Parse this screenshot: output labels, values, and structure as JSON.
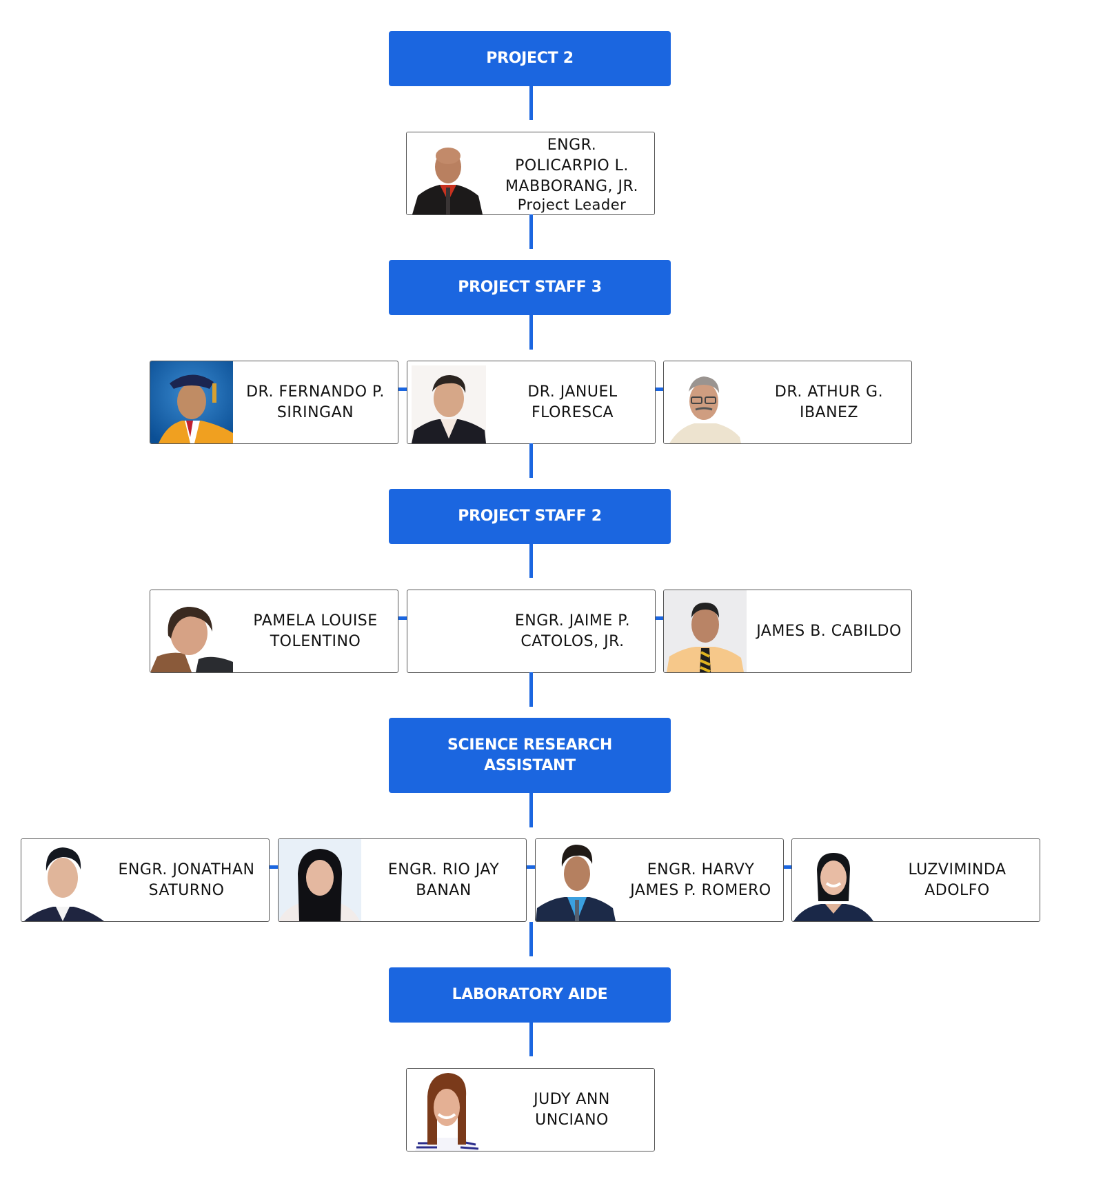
{
  "chart": {
    "accent_color": "#1b66e0",
    "levels": [
      {
        "role": "PROJECT 2",
        "members": [
          {
            "name": "ENGR.\nPOLICARPIO L.\nMABBORANG, JR.",
            "title": "Project Leader",
            "photo": "photo-man-bald-red-shirt"
          }
        ]
      },
      {
        "role": "PROJECT STAFF 3",
        "members": [
          {
            "name": "DR. FERNANDO P.\nSIRINGAN",
            "photo": "photo-man-academic-gown"
          },
          {
            "name": "DR. JANUEL\nFLORESCA",
            "photo": "photo-man-suit"
          },
          {
            "name": "DR. ATHUR G.\nIBANEZ",
            "photo": "photo-man-glasses-barong"
          }
        ]
      },
      {
        "role": "PROJECT STAFF 2",
        "members": [
          {
            "name": "PAMELA LOUISE\nTOLENTINO",
            "photo": "photo-woman-selfie"
          },
          {
            "name": "ENGR. JAIME P.\nCATOLOS, JR.",
            "photo": ""
          },
          {
            "name": "JAMES B. CABILDO",
            "photo": "photo-man-yellow-shirt-tie"
          }
        ]
      },
      {
        "role": "SCIENCE RESEARCH\nASSISTANT",
        "members": [
          {
            "name": "ENGR. JONATHAN\nSATURNO",
            "photo": "photo-man-suit"
          },
          {
            "name": "ENGR. RIO JAY\nBANAN",
            "photo": "photo-woman-long-hair"
          },
          {
            "name": "ENGR. HARVY\nJAMES P. ROMERO",
            "photo": "photo-man-suit-blue-shirt"
          },
          {
            "name": "LUZVIMINDA\nADOLFO",
            "photo": "photo-woman-polo"
          }
        ]
      },
      {
        "role": "LABORATORY AIDE",
        "members": [
          {
            "name": "JUDY ANN\nUNCIANO",
            "photo": "photo-woman-striped-shirt"
          }
        ]
      }
    ]
  }
}
